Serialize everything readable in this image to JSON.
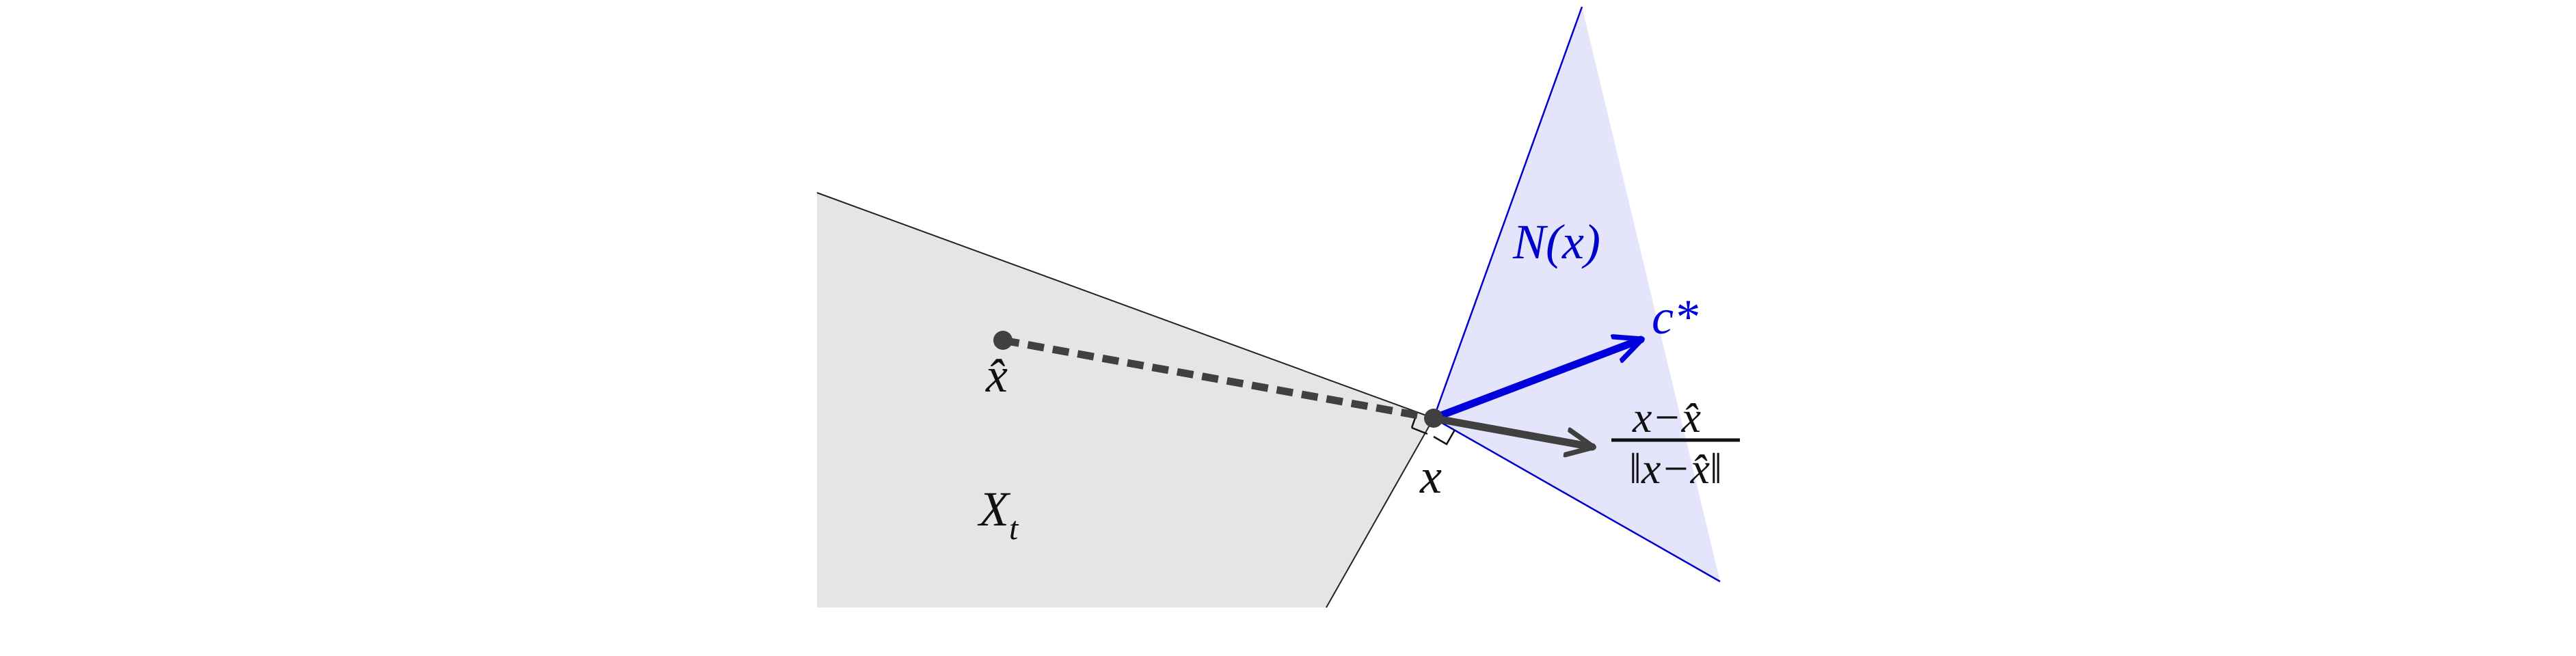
{
  "labels": {
    "normal_cone": "N(x)",
    "c_star": "c*",
    "x_hat": "x̂",
    "x": "x",
    "set": "X",
    "set_subscript": "t",
    "fraction_numerator": "x−x̂",
    "fraction_denominator": "‖x−x̂‖"
  },
  "colors": {
    "feasible_fill": "#e5e5e5",
    "cone_fill": "#e4e4fb",
    "cone_edge": "#0000cc",
    "blue_arrow": "#0000dd",
    "dark": "#404040",
    "black": "#111111"
  }
}
